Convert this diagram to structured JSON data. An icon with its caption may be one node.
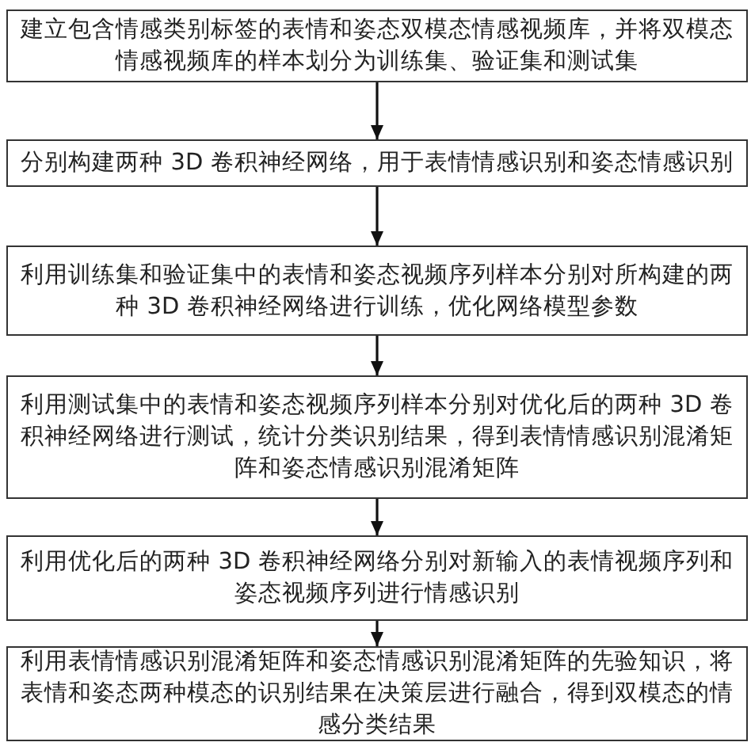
{
  "diagram": {
    "nodes": [
      {
        "text": [
          "建立包含情感类别标签的表情和姿态双模态情感视频库，并将双模态情感视频库的样本划分为训练集、验证集和测试集"
        ]
      },
      {
        "text": [
          "分别构建两种 3D 卷积神经网络，用于表情情感识别和姿态情感识别"
        ]
      },
      {
        "text": [
          "利用训练集和验证集中的表情和姿态视频序列样本分别对所构建的两种 3D 卷积神经网络进行训练，优化网络模型参数"
        ]
      },
      {
        "text": [
          "利用测试集中的表情和姿态视频序列样本分别对优化后的两种 3D 卷积神经网络进行测试，统计分类识别结果，得到表情情感识别混淆矩阵和姿态情感识别混淆矩阵"
        ]
      },
      {
        "text": [
          "利用优化后的两种 3D 卷积神经网络分别对新输入的表情视频序列和姿态视频序列进行情感识别"
        ]
      },
      {
        "text": [
          "利用表情情感识别混淆矩阵和姿态情感识别混淆矩阵的先验知识，将表情和姿态两种模态的识别结果在决策层进行融合，得到双模态的情感分类结果"
        ]
      }
    ],
    "edges": [
      {
        "from": 0,
        "to": 1,
        "arrow": "to"
      },
      {
        "from": 1,
        "to": 2,
        "arrow": "to"
      },
      {
        "from": 2,
        "to": 3,
        "arrow": "to"
      },
      {
        "from": 3,
        "to": 4,
        "arrow": "to"
      },
      {
        "from": 4,
        "to": 5,
        "arrow": "to"
      }
    ]
  }
}
